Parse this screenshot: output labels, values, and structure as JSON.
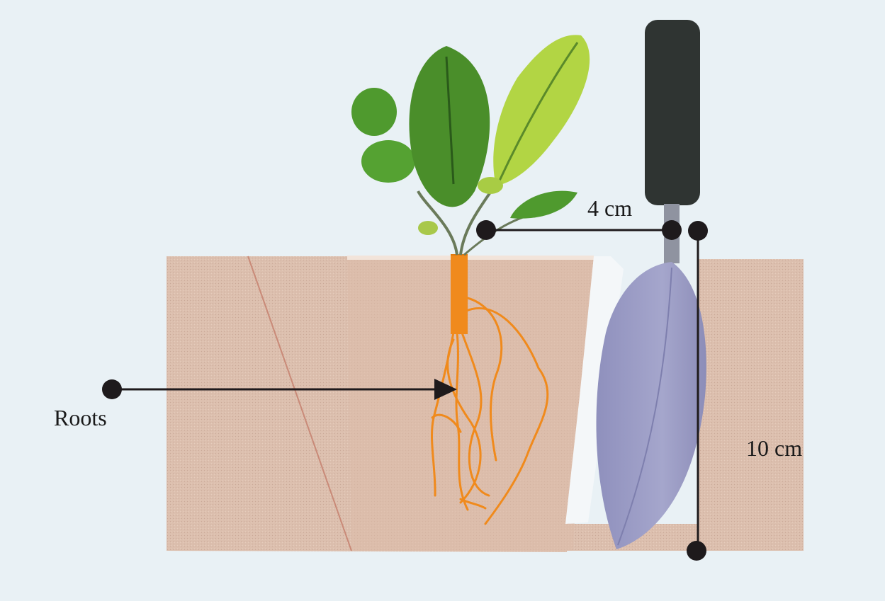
{
  "labels": {
    "roots": "Roots",
    "width": "4 cm",
    "depth": "10 cm"
  },
  "colors": {
    "background": "#e9f1f5",
    "soil": "#dcbfae",
    "soil_edge": "#c89a86",
    "root": "#f08a1c",
    "trowel_blade": "#9a9bc4",
    "trowel_handle": "#2f3432",
    "leaf_dark": "#4a8a2a",
    "leaf_light": "#b7d94a",
    "marker": "#1e1a1c"
  },
  "icons": {
    "plant": "seedling-icon",
    "trowel": "trowel-icon"
  }
}
